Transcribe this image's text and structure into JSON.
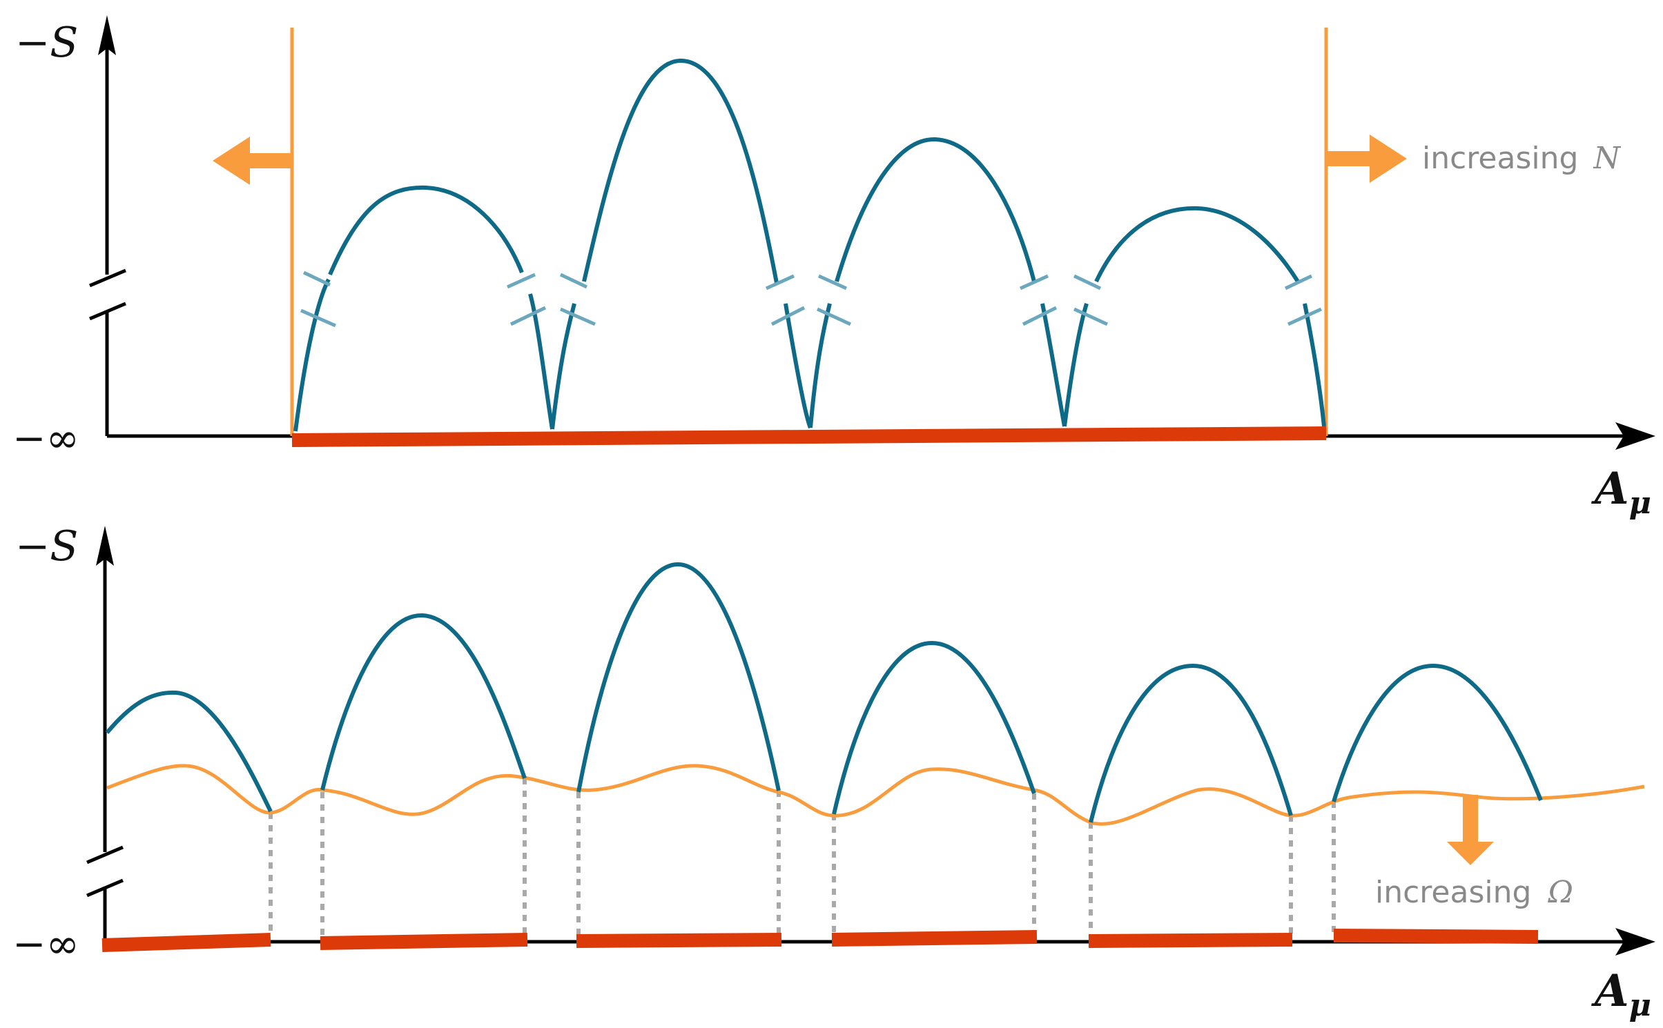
{
  "colors": {
    "arch": "#0e6a86",
    "break_mark": "#6ba8bd",
    "wall": "#f99c3d",
    "orange_curve": "#f99c3d",
    "red_bar": "#dd3a0a",
    "axis": "#000000",
    "dotted": "#a9a9a9",
    "note": "#8a8a8a"
  },
  "top_panel": {
    "y_label": "−S",
    "y_bottom_label": "−∞",
    "x_label_main": "A",
    "x_label_sub": "μ",
    "note_text": "increasing",
    "note_symbol": "N"
  },
  "bottom_panel": {
    "y_label": "−S",
    "y_bottom_label": "−∞",
    "x_label_main": "A",
    "x_label_sub": "μ",
    "note_text": "increasing",
    "note_symbol": "Ω"
  }
}
